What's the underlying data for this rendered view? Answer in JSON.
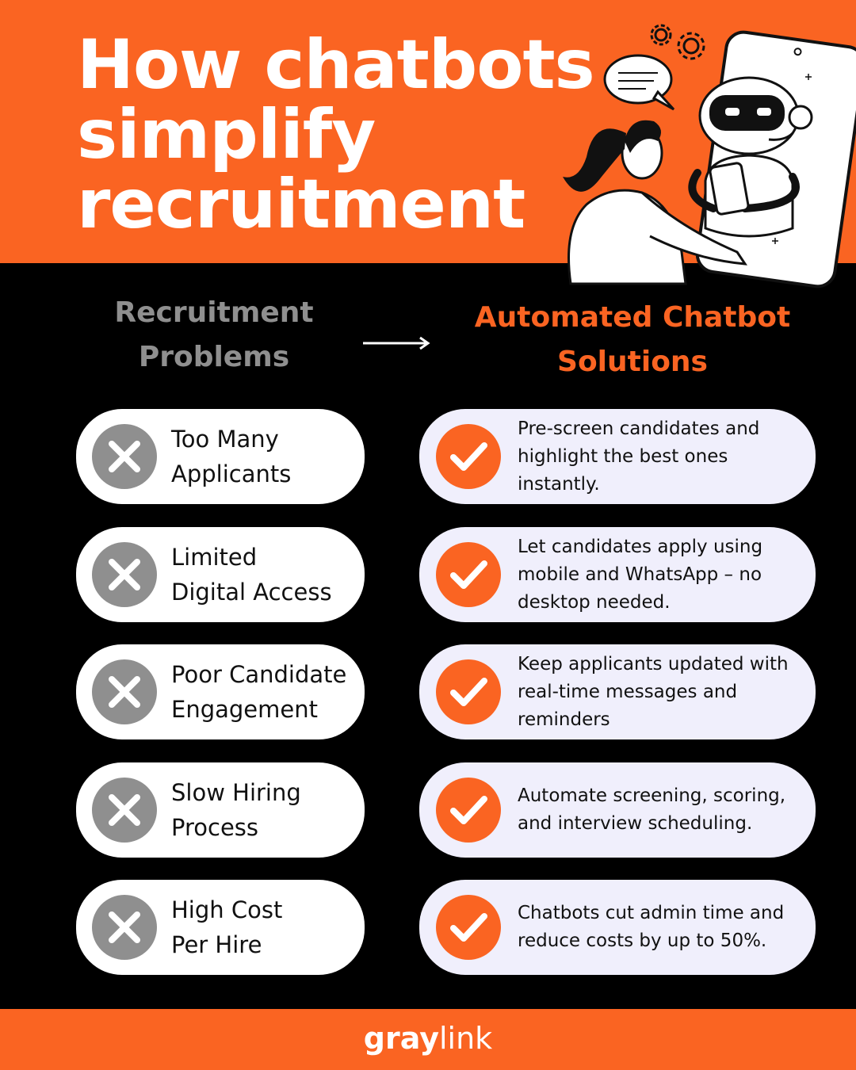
{
  "title": {
    "line1": "How chatbots",
    "line2": "simplify",
    "line3": "recruitment"
  },
  "columns": {
    "problems_line1": "Recruitment",
    "problems_line2": "Problems",
    "solutions_line1": "Automated Chatbot",
    "solutions_line2": "Solutions"
  },
  "rows": [
    {
      "problem_line1": "Too Many",
      "problem_line2": "Applicants",
      "solution": "Pre-screen candidates and highlight the best ones instantly."
    },
    {
      "problem_line1": "Limited",
      "problem_line2": "Digital Access",
      "solution": "Let candidates apply using mobile and WhatsApp – no desktop needed."
    },
    {
      "problem_line1": "Poor Candidate",
      "problem_line2": "Engagement",
      "solution": "Keep applicants updated with real-time messages and reminders"
    },
    {
      "problem_line1": "Slow Hiring",
      "problem_line2": "Process",
      "solution": "Automate screening, scoring, and interview scheduling."
    },
    {
      "problem_line1": "High Cost",
      "problem_line2": "Per Hire",
      "solution": "Chatbots cut admin time and reduce costs by up to 50%."
    }
  ],
  "brand": {
    "part1": "gray",
    "part2": "link"
  },
  "colors": {
    "accent": "#fa6422",
    "muted": "#8f8f8f",
    "background": "#000000",
    "solution_card": "#f0effc"
  },
  "icons": {
    "problem": "x-circle-icon",
    "solution": "check-circle-icon",
    "arrow": "arrow-right-icon"
  }
}
